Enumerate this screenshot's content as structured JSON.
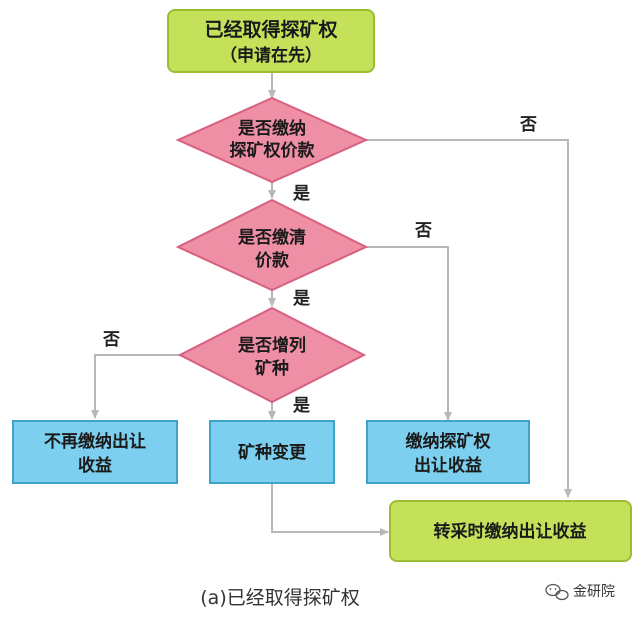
{
  "colors": {
    "start_fill": "#c5e15a",
    "start_stroke": "#9cbd33",
    "decision_fill": "#ef8fa6",
    "decision_stroke": "#d8607f",
    "process_fill": "#7ccfee",
    "process_stroke": "#3fa4cc",
    "connector": "#b8b8b8"
  },
  "nodes": {
    "start": {
      "line1": "已经取得探矿权",
      "line2": "（申请在先）"
    },
    "decision1": {
      "line1": "是否缴纳",
      "line2": "探矿权价款"
    },
    "decision2": {
      "line1": "是否缴清",
      "line2": "价款"
    },
    "decision3": {
      "line1": "是否增列",
      "line2": "矿种"
    },
    "box_no_pay": {
      "line1": "不再缴纳出让",
      "line2": "收益"
    },
    "box_change": {
      "line1": "矿种变更"
    },
    "box_pay_explore": {
      "line1": "缴纳探矿权",
      "line2": "出让收益"
    },
    "box_transfer": {
      "line1": "转采时缴纳出让收益"
    }
  },
  "edges": {
    "d1_no": "否",
    "d1_yes": "是",
    "d2_no": "否",
    "d2_yes": "是",
    "d3_no": "否",
    "d3_yes": "是"
  },
  "caption": "(a)已经取得探矿权",
  "watermark": {
    "icon": "wechat-icon",
    "text": "金研院"
  }
}
